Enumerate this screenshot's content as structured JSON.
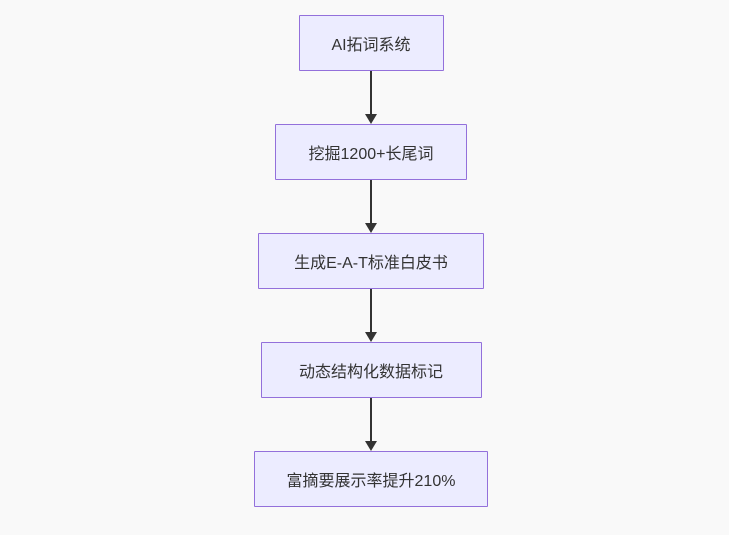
{
  "flowchart": {
    "node_fill_color": "#ECECFF",
    "node_border_color": "#9370DB",
    "arrow_color": "#333333",
    "text_color": "#333333",
    "nodes": [
      {
        "label": "AI拓词系统"
      },
      {
        "label": "挖掘1200+长尾词"
      },
      {
        "label": "生成E-A-T标准白皮书"
      },
      {
        "label": "动态结构化数据标记"
      },
      {
        "label": "富摘要展示率提升210%"
      }
    ]
  }
}
